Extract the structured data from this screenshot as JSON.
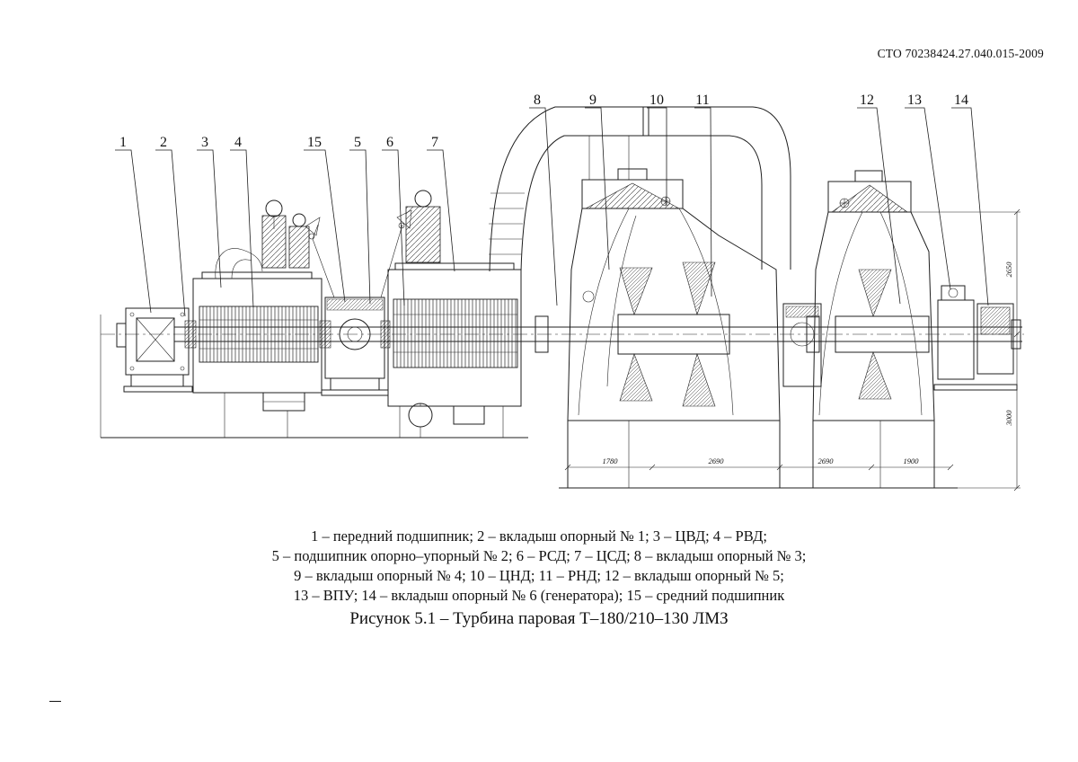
{
  "page": {
    "standard_ref": "СТО 70238424.27.040.015-2009",
    "page_marker": "–"
  },
  "figure": {
    "type": "technical-drawing",
    "subject": "Продольный разрез паровой турбины Т-180/210-130 ЛМЗ",
    "callouts": [
      {
        "label": "1"
      },
      {
        "label": "2"
      },
      {
        "label": "3"
      },
      {
        "label": "4"
      },
      {
        "label": "15"
      },
      {
        "label": "5"
      },
      {
        "label": "6"
      },
      {
        "label": "7"
      },
      {
        "label": "8"
      },
      {
        "label": "9"
      },
      {
        "label": "10"
      },
      {
        "label": "11"
      },
      {
        "label": "12"
      },
      {
        "label": "13"
      },
      {
        "label": "14"
      }
    ],
    "dimensions": {
      "bottom": [
        "1780",
        "2690",
        "2690",
        "1900"
      ],
      "right": [
        "2650",
        "3000"
      ]
    },
    "legend_lines": [
      "1 – передний подшипник; 2 – вкладыш опорный № 1; 3 – ЦВД; 4 – РВД;",
      "5 – подшипник опорно–упорный № 2; 6 – РСД; 7 – ЦСД; 8 – вкладыш опорный № 3;",
      "9 – вкладыш опорный № 4; 10 – ЦНД; 11 – РНД; 12 – вкладыш опорный № 5;",
      "13 – ВПУ; 14 – вкладыш опорный № 6 (генератора); 15 – средний подшипник"
    ],
    "caption": "Рисунок 5.1 – Турбина паровая Т–180/210–130 ЛМЗ"
  }
}
